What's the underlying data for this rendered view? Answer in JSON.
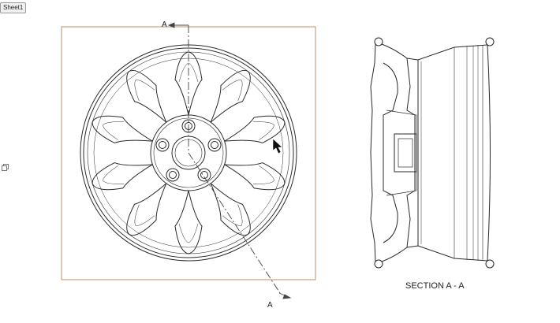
{
  "sheet_tab": {
    "label": "Sheet1"
  },
  "section_view": {
    "caption": "SECTION A - A"
  },
  "cut_line": {
    "start_label": "A",
    "end_label": "A"
  },
  "colors": {
    "view_frame": "#b8906a",
    "line": "#2a2a2a",
    "cut_line": "#444444"
  },
  "icons": {
    "side_toolbar": "view-palette-icon",
    "cursor": "arrow-cursor-icon"
  }
}
